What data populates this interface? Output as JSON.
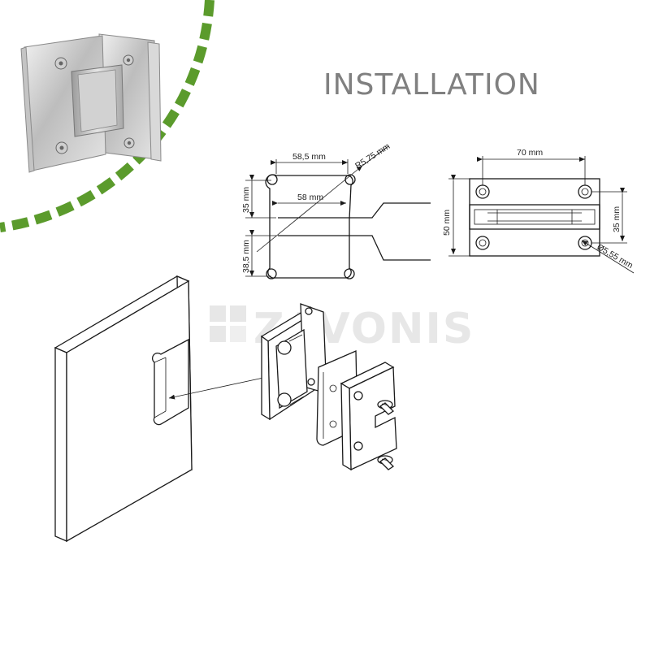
{
  "header": {
    "title": "INSTALLATION"
  },
  "watermark": {
    "text": "ZAVONIS"
  },
  "colors": {
    "accent_green": "#5b9b2c",
    "title_gray": "#808080",
    "line": "#1a1a1a",
    "watermark": "#e7e7e7"
  },
  "product_photo": {
    "subject": "glass-to-glass shower door hinge"
  },
  "cutout_drawing": {
    "top_width": "58,5 mm",
    "radius": "R5,75 mm",
    "inner_width": "58 mm",
    "upper_height": "35 mm",
    "lower_height": "38,5 mm"
  },
  "hinge_drawing": {
    "width": "70 mm",
    "height": "50 mm",
    "hole_spacing": "35 mm",
    "hole_diameter": "Ø5,55 mm"
  }
}
